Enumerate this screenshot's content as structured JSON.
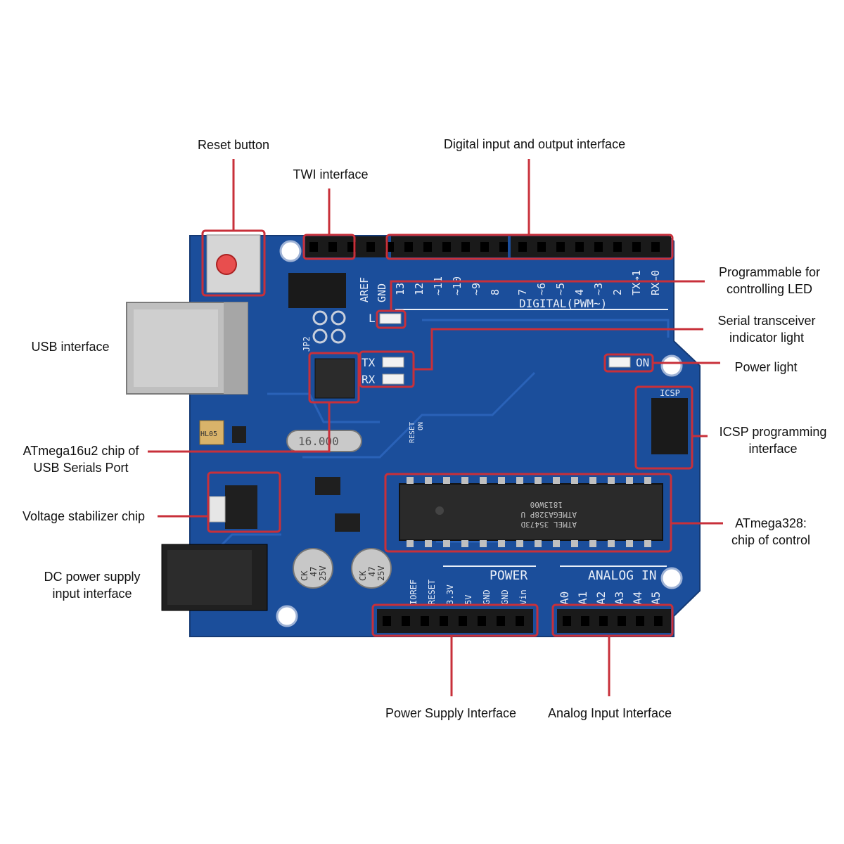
{
  "annotations": {
    "reset_button": "Reset button",
    "twi_interface": "TWI interface",
    "digital_io": "Digital input and output interface",
    "programmable_led": [
      "Programmable for",
      "controlling LED"
    ],
    "serial_indicator": [
      "Serial transceiver",
      "indicator light"
    ],
    "power_light": "Power light",
    "icsp": [
      "ICSP programming",
      "interface"
    ],
    "atmega328": [
      "ATmega328:",
      "chip of control"
    ],
    "usb_interface": "USB interface",
    "atmega16u2": [
      "ATmega16u2 chip of",
      "USB Serials Port"
    ],
    "voltage_stabilizer": "Voltage stabilizer chip",
    "dc_power": [
      "DC power supply",
      "input interface"
    ],
    "power_supply_interface": "Power Supply Interface",
    "analog_input_interface": "Analog Input Interface"
  },
  "board": {
    "aref": "AREF",
    "gnd": "GND",
    "digital_pins": [
      "13",
      "12",
      "~11",
      "~10",
      "~9",
      "8",
      "7",
      "~6",
      "~5",
      "4",
      "~3",
      "2",
      "TX→1",
      "RX←0"
    ],
    "digital_label": "DIGITAL(PWM~)",
    "l_led": "L",
    "tx": "TX",
    "rx": "RX",
    "on": "ON",
    "icsp": "ICSP",
    "jp2": "JP2",
    "crystal": "16.000",
    "fuse": "HL05",
    "reset_small": "RESET",
    "on_small": "ON",
    "chip_lines": [
      "ATMEL 35473D",
      "ATMEGA328P U",
      "1813W00"
    ],
    "cap_lines": [
      "CK",
      "47",
      "25V"
    ],
    "power_label": "POWER",
    "power_pins": [
      "IOREF",
      "RESET",
      "3.3V",
      "5V",
      "GND",
      "GND",
      "Vin"
    ],
    "analog_label": "ANALOG IN",
    "analog_pins": [
      "A0",
      "A1",
      "A2",
      "A3",
      "A4",
      "A5"
    ]
  },
  "colors": {
    "board": "#1b4e9b",
    "board_dark": "#163f80",
    "highlight": "#c8303a",
    "header": "#1a1a1a",
    "silkscreen": "#e8eef8"
  }
}
